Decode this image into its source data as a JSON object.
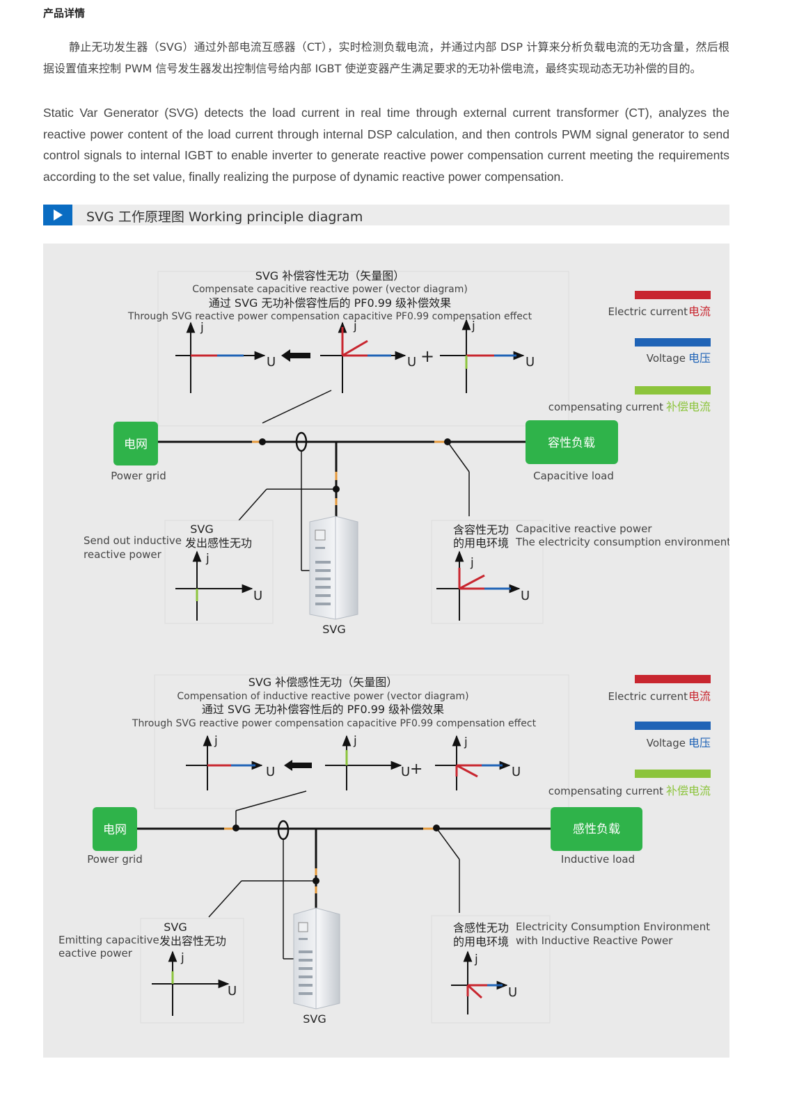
{
  "section": {
    "heading": "产品详情"
  },
  "intro": {
    "cn": "静止无功发生器（SVG）通过外部电流互感器（CT），实时检测负载电流，并通过内部 DSP 计算来分析负载电流的无功含量，然后根据设置值来控制 PWM 信号发生器发出控制信号给内部 IGBT 使逆变器产生满足要求的无功补偿电流，最终实现动态无功补偿的目的。",
    "en": "Static Var Generator (SVG) detects the load current in real time through external current transformer (CT), analyzes the reactive power content of the load current through internal DSP calculation, and then controls PWM signal generator to send control signals to internal IGBT to enable inverter to generate reactive power compensation current meeting the requirements according to the set value, finally realizing the purpose of dynamic reactive power compensation."
  },
  "diagram_section": {
    "title": "SVG 工作原理图 Working principle diagram"
  },
  "colors": {
    "current": "#c8262f",
    "voltage": "#1f63b6",
    "compensating": "#8cc43c",
    "box_green": "#2fb34a",
    "bg": "#eaeaea",
    "icon_blue": "#0a6cc2"
  },
  "legend": {
    "current_en": "Electric current",
    "current_cn": "电流",
    "voltage_en": "Voltage",
    "voltage_cn": "电压",
    "comp_en": "compensating current",
    "comp_cn": "补偿电流"
  },
  "axis": {
    "j": "j",
    "u": "U",
    "plus": "+"
  },
  "top": {
    "title_cn": "SVG 补偿容性无功（矢量图）",
    "title_en": "Compensate capacitive reactive power (vector diagram)",
    "effect_cn": "通过   SVG 无功补偿容性后的 PF0.99 级补偿效果",
    "effect_en": "Through SVG reactive power compensation capacitive PF0.99 compensation effect",
    "grid_cn": "电网",
    "grid_en": "Power grid",
    "load_cn": "容性负载",
    "load_en": "Capacitive load",
    "svg_title": "SVG",
    "svg_cn": "发出感性无功",
    "send_en_1": "Send out inductive",
    "send_en_2": "reactive power",
    "env_cn_1": "含容性无功",
    "env_cn_2": "的用电环境",
    "env_en_1": "Capacitive reactive power",
    "env_en_2": "The electricity consumption environment",
    "cabinet_label": "SVG"
  },
  "bottom": {
    "title_cn": "SVG 补偿感性无功（矢量图）",
    "title_en": "Compensation of inductive reactive power (vector diagram)",
    "effect_cn": "通过   SVG 无功补偿容性后的 PF0.99 级补偿效果",
    "effect_en": "Through SVG reactive power compensation capacitive PF0.99 compensation effect",
    "grid_cn": "电网",
    "grid_en": "Power grid",
    "load_cn": "感性负载",
    "load_en": "Inductive load",
    "svg_title": "SVG",
    "svg_cn": "发出容性无功",
    "send_en_1": "Emitting capacitive",
    "send_en_2": "eactive power",
    "env_cn_1": "含感性无功",
    "env_cn_2": "的用电环境",
    "env_en_1": "Electricity Consumption Environment",
    "env_en_2": "with Inductive Reactive Power",
    "cabinet_label": "SVG"
  }
}
